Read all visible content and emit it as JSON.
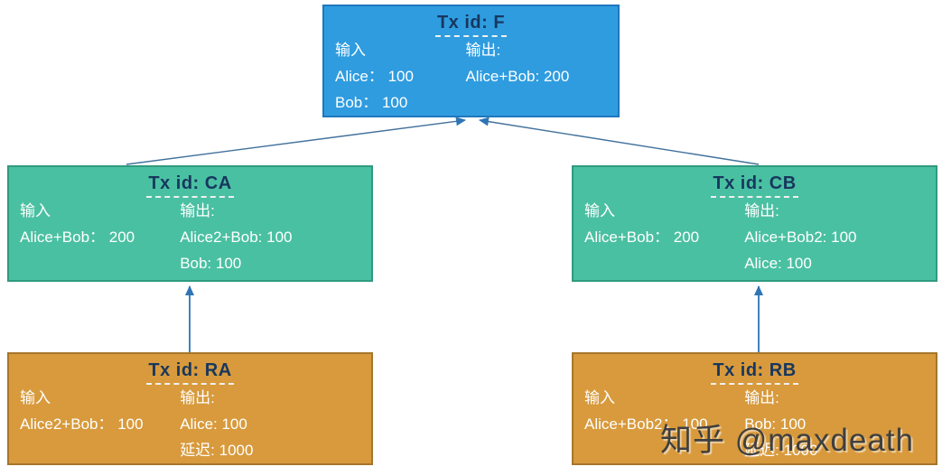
{
  "nodes": {
    "f": {
      "title": "Tx id: F",
      "input_label": "输入",
      "output_label": "输出:",
      "inputs": [
        "Alice： 100",
        "Bob： 100"
      ],
      "outputs": [
        "Alice+Bob: 200"
      ]
    },
    "ca": {
      "title": "Tx id: CA",
      "input_label": "输入",
      "output_label": "输出:",
      "inputs": [
        "Alice+Bob： 200"
      ],
      "outputs": [
        "Alice2+Bob: 100",
        "Bob: 100"
      ]
    },
    "cb": {
      "title": "Tx id: CB",
      "input_label": "输入",
      "output_label": "输出:",
      "inputs": [
        "Alice+Bob： 200"
      ],
      "outputs": [
        "Alice+Bob2: 100",
        "Alice: 100"
      ]
    },
    "ra": {
      "title": "Tx id: RA",
      "input_label": "输入",
      "output_label": "输出:",
      "inputs": [
        "Alice2+Bob： 100"
      ],
      "outputs": [
        "Alice: 100",
        "延迟: 1000"
      ]
    },
    "rb": {
      "title": "Tx id: RB",
      "input_label": "输入",
      "output_label": "输出:",
      "inputs": [
        "Alice+Bob2： 100"
      ],
      "outputs": [
        "Bob: 100",
        "延迟: 1000"
      ]
    }
  },
  "edges": [
    {
      "from": "CA",
      "to": "F"
    },
    {
      "from": "CB",
      "to": "F"
    },
    {
      "from": "RA",
      "to": "CA"
    },
    {
      "from": "RB",
      "to": "CB"
    }
  ],
  "watermark": {
    "text": "知乎 @maxdeath",
    "color": "#3f3f3f"
  },
  "colors": {
    "f_fill": "#2f9cdf",
    "f_border": "#2077bd",
    "c_fill": "#4ac0a2",
    "c_border": "#2f9a7e",
    "r_fill": "#d89a3c",
    "r_border": "#a6762c",
    "title_text": "#17375e",
    "body_text": "#ffffff",
    "connector": "#41719c",
    "arrowhead": "#2e75b6"
  }
}
